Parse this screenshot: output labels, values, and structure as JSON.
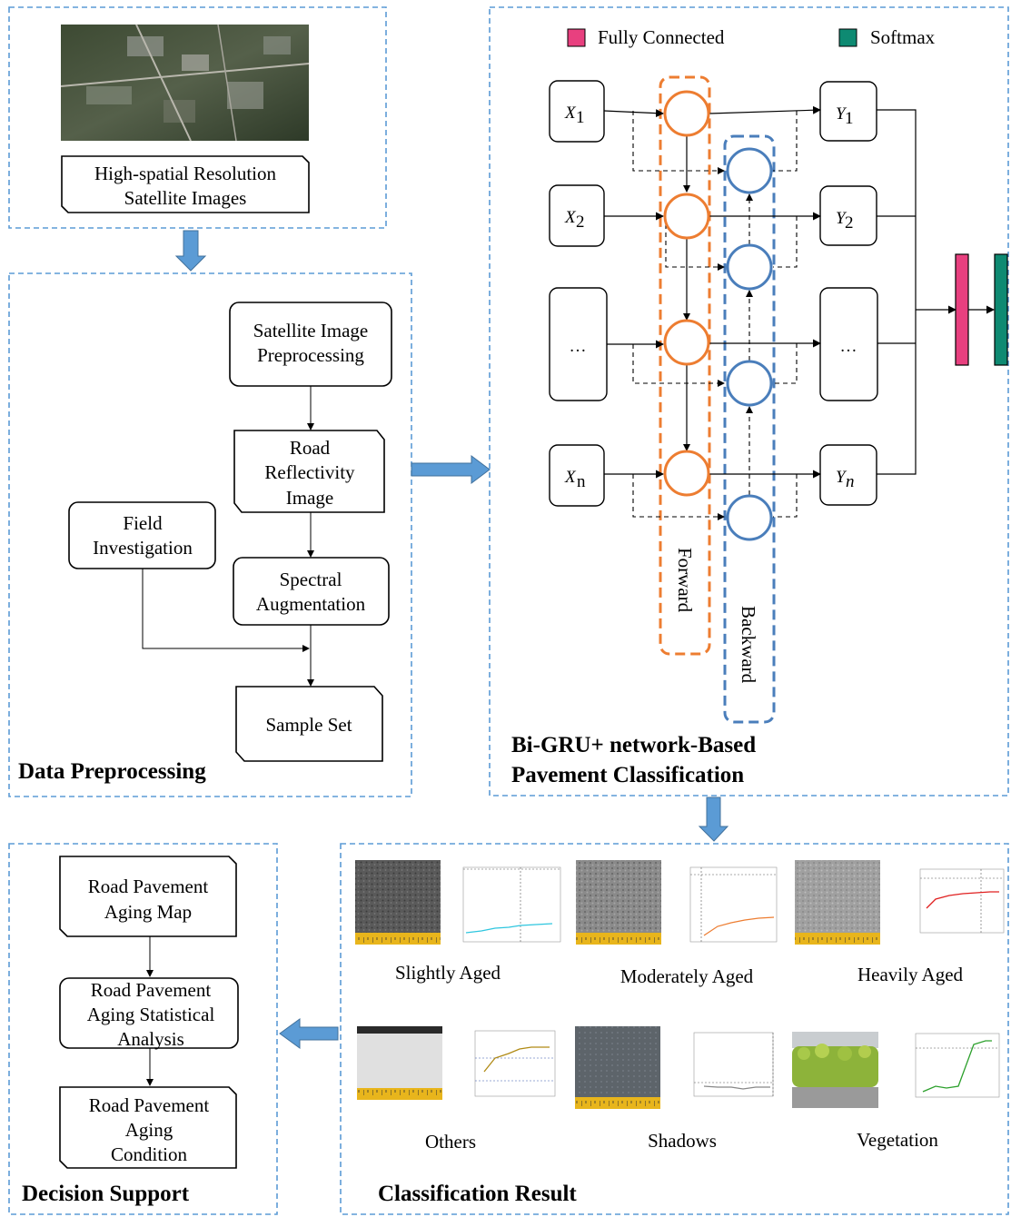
{
  "panels": {
    "data_preprocessing": {
      "title": "Data Preprocessing"
    },
    "bigru": {
      "title_line1": "Bi-GRU+ network-Based",
      "title_line2": "Pavement Classification"
    },
    "classification": {
      "title": "Classification Result"
    },
    "decision": {
      "title": "Decision Support"
    }
  },
  "input": {
    "label_line1": "High-spatial Resolution",
    "label_line2": "Satellite Images"
  },
  "preprocessing": {
    "satellite_preproc": [
      "Satellite Image",
      "Preprocessing"
    ],
    "road_reflectivity": [
      "Road",
      "Reflectivity",
      "Image"
    ],
    "field_investigation": [
      "Field",
      "Investigation"
    ],
    "spectral_augmentation": [
      "Spectral",
      "Augmentation"
    ],
    "sample_set": "Sample Set"
  },
  "network": {
    "legend": {
      "fully_connected": "Fully Connected",
      "softmax": "Softmax"
    },
    "inputs": [
      "X",
      "X",
      "…",
      "X"
    ],
    "input_subscripts": [
      "1",
      "2",
      "",
      "n"
    ],
    "outputs": [
      "Y",
      "Y",
      "…",
      "Y"
    ],
    "output_subscripts": [
      "1",
      "2",
      "",
      "n"
    ],
    "forward_label": "Forward",
    "backward_label": "Backward",
    "colors": {
      "forward": "#ED7D31",
      "backward": "#4A7EBB",
      "fc": "#E8407F",
      "softmax": "#0E8A72",
      "dashed_panel": "#5B9BD5",
      "arrow_fill": "#5B9BD5"
    }
  },
  "classes": [
    "Slightly Aged",
    "Moderately Aged",
    "Heavily Aged",
    "Others",
    "Shadows",
    "Vegetation"
  ],
  "decision": {
    "aging_map": [
      "Road Pavement",
      "Aging Map"
    ],
    "statistical_analysis": [
      "Road Pavement",
      "Aging Statistical",
      "Analysis"
    ],
    "aging_condition": [
      "Road Pavement",
      "Aging",
      "Condition"
    ]
  }
}
